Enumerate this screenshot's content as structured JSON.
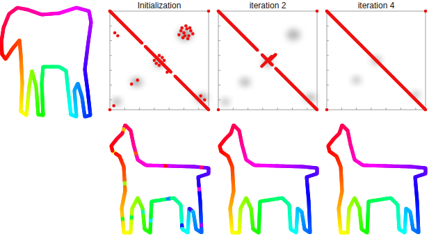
{
  "diagram": {
    "labels": [
      "Initialization",
      "iteration 2",
      "iteration 4"
    ]
  }
}
